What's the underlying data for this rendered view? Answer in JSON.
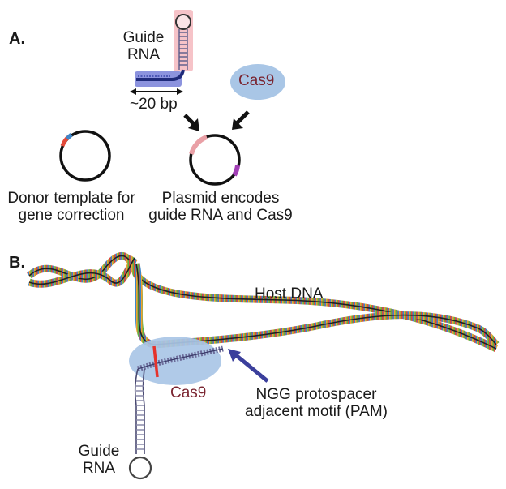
{
  "panel_a": {
    "label": "A.",
    "guide_rna_line1": "Guide",
    "guide_rna_line2": "RNA",
    "length_label": "~20 bp",
    "cas9_label": "Cas9",
    "donor_line1": "Donor template for",
    "donor_line2": "gene correction",
    "plasmid_line1": "Plasmid encodes",
    "plasmid_line2": "guide RNA and Cas9"
  },
  "panel_b": {
    "label": "B.",
    "host_dna_label": "Host DNA",
    "cas9_label": "Cas9",
    "pam_line1": "NGG protospacer",
    "pam_line2": "adjacent motif (PAM)",
    "guide_rna_line1": "Guide",
    "guide_rna_line2": "RNA"
  },
  "colors": {
    "cas9_fill": "#a9c6e6",
    "guide_highlight_pink": "#f6c3c8",
    "guide_highlight_blue": "#8c93de",
    "cut_mark": "#e5322b",
    "pam_arrow": "#3b3f9c",
    "plasmid_insert_pink": "#e9a0a6",
    "plasmid_insert_purple": "#a23fb6"
  }
}
